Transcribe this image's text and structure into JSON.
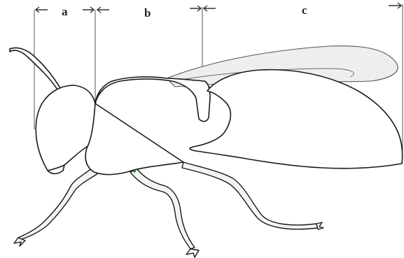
{
  "diagram": {
    "segment_labels": {
      "a": "a",
      "b": "b",
      "c": "c"
    }
  }
}
